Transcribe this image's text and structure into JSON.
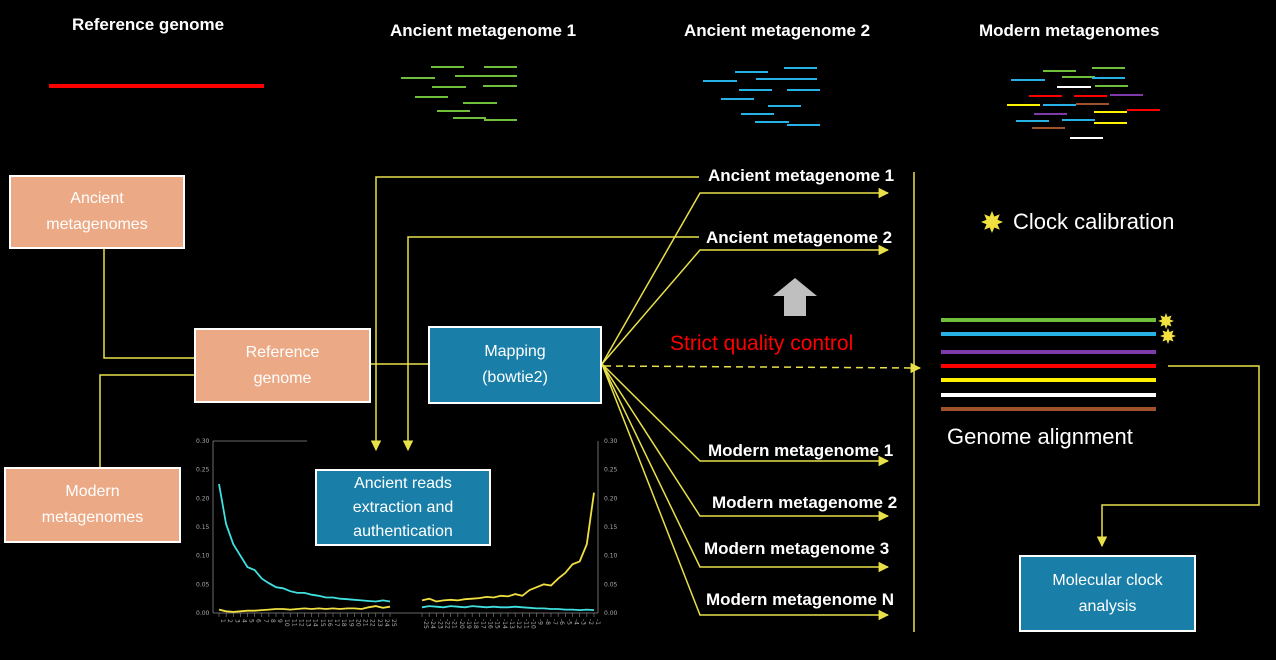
{
  "headers": {
    "reference_genome": "Reference genome",
    "ancient_1": "Ancient metagenome 1",
    "ancient_2": "Ancient metagenome 2",
    "modern": "Modern metagenomes"
  },
  "boxes": {
    "ancient_metagenomes": "Ancient\nmetagenomes",
    "reference_genome": "Reference\ngenome",
    "modern_metagenomes": "Modern\nmetagenomes",
    "mapping": "Mapping\n(bowtie2)",
    "ancient_reads": "Ancient reads\nextraction and\nauthentication",
    "molecular_clock": "Molecular clock\nanalysis"
  },
  "outputs": {
    "ancient_1": "Ancient metagenome 1",
    "ancient_2": "Ancient metagenome 2",
    "modern_1": "Modern metagenome 1",
    "modern_2": "Modern metagenome 2",
    "modern_3": "Modern metagenome 3",
    "modern_n": "Modern metagenome N"
  },
  "labels": {
    "strict_qc": "Strict quality control",
    "clock_calibration": "Clock calibration",
    "genome_alignment": "Genome alignment"
  },
  "colors": {
    "reference_line": "#ff0000",
    "ancient_1_reads": "#6fbf3a",
    "ancient_2_reads": "#27b2e6",
    "peach_box": "#eba985",
    "blue_box": "#1a7fa8",
    "arrows": "#e8e04a",
    "strict_qc_text": "#ff0000",
    "calibration_star": "#f0e040",
    "alignment_lines": [
      "#6fbf3a",
      "#27b2e6",
      "#7e3aa8",
      "#ff0000",
      "#fff200",
      "#ffffff",
      "#a0522d"
    ],
    "damage_c_to_t": "#40e0e0",
    "damage_g_to_a": "#f0e040"
  },
  "damage_plot": {
    "y_ticks": [
      "0.30",
      "0.25",
      "0.20",
      "0.15",
      "0.10",
      "0.05",
      "0.00"
    ],
    "left_x_ticks": [
      "1",
      "2",
      "3",
      "4",
      "5",
      "6",
      "7",
      "8",
      "9",
      "10",
      "11",
      "12",
      "13",
      "14",
      "15",
      "16",
      "17",
      "18",
      "19",
      "20",
      "21",
      "22",
      "23",
      "24",
      "25"
    ],
    "right_x_ticks": [
      "-25",
      "-24",
      "-23",
      "-22",
      "-21",
      "-20",
      "-19",
      "-18",
      "-17",
      "-16",
      "-15",
      "-14",
      "-13",
      "-12",
      "-11",
      "-10",
      "-9",
      "-8",
      "-7",
      "-6",
      "-5",
      "-4",
      "-3",
      "-2",
      "-1"
    ],
    "left_cyan": [
      0.225,
      0.155,
      0.12,
      0.1,
      0.08,
      0.075,
      0.06,
      0.052,
      0.045,
      0.043,
      0.038,
      0.035,
      0.035,
      0.032,
      0.03,
      0.027,
      0.027,
      0.025,
      0.024,
      0.023,
      0.022,
      0.021,
      0.02,
      0.022,
      0.02
    ],
    "left_yellow": [
      0.006,
      0.003,
      0.002,
      0.003,
      0.004,
      0.004,
      0.005,
      0.006,
      0.007,
      0.007,
      0.006,
      0.007,
      0.008,
      0.007,
      0.008,
      0.007,
      0.008,
      0.007,
      0.008,
      0.008,
      0.007,
      0.01,
      0.012,
      0.009,
      0.011
    ],
    "right_cyan": [
      0.01,
      0.012,
      0.011,
      0.01,
      0.012,
      0.011,
      0.01,
      0.012,
      0.011,
      0.01,
      0.011,
      0.01,
      0.01,
      0.011,
      0.01,
      0.009,
      0.008,
      0.008,
      0.007,
      0.007,
      0.006,
      0.006,
      0.005,
      0.006,
      0.005
    ],
    "right_yellow": [
      0.022,
      0.025,
      0.02,
      0.022,
      0.023,
      0.022,
      0.024,
      0.025,
      0.026,
      0.028,
      0.027,
      0.03,
      0.029,
      0.033,
      0.03,
      0.04,
      0.045,
      0.05,
      0.048,
      0.06,
      0.07,
      0.085,
      0.09,
      0.12,
      0.21
    ]
  }
}
